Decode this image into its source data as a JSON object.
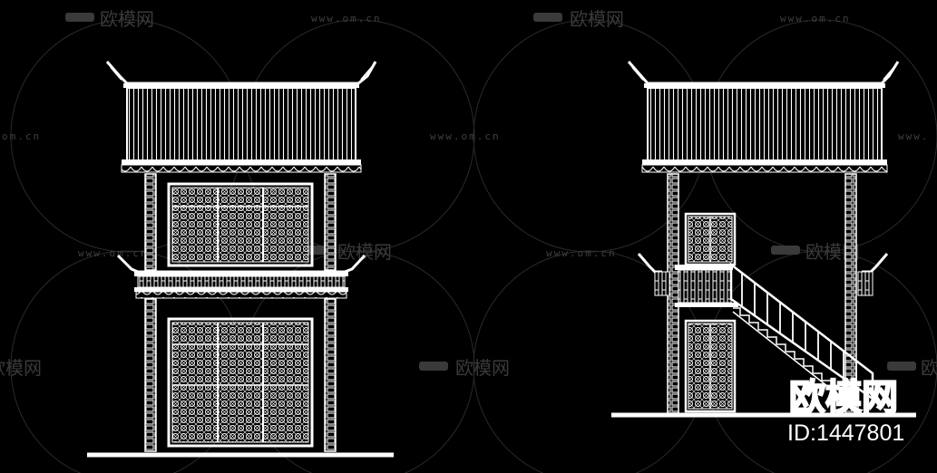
{
  "watermark": {
    "brand": "欧模网",
    "url": "www.om.cn",
    "url_partial": "om.cn",
    "url_prefix": "www.",
    "brand_left_cut": "欧模网",
    "brand_right_cut": "欧模"
  },
  "stamp": {
    "brand": "欧模网",
    "id": "ID:1447801"
  },
  "colors": {
    "background": "#000000",
    "line": "#ffffff",
    "watermark": "#3a3a3a"
  }
}
